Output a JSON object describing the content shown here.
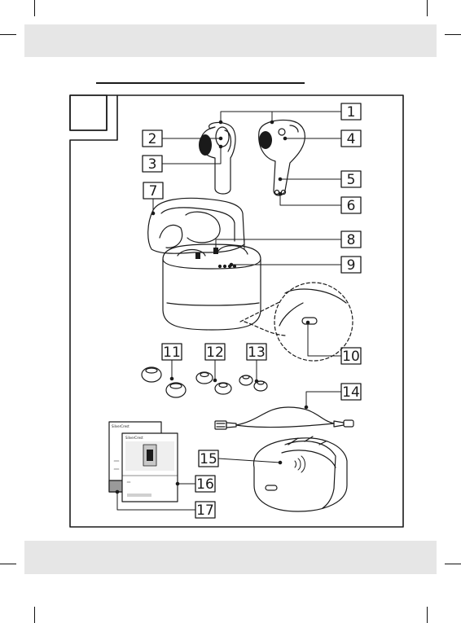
{
  "figure": {
    "corner_box_label": "",
    "callouts": [
      "1",
      "2",
      "3",
      "4",
      "5",
      "6",
      "7",
      "8",
      "9",
      "10",
      "11",
      "12",
      "13",
      "14",
      "15",
      "16",
      "17"
    ]
  },
  "manual_brand_left": "SilverCrest",
  "manual_brand_right": "SilverCrest",
  "colors": {
    "band": "#e6e6e6",
    "line": "#1a1a1a"
  }
}
